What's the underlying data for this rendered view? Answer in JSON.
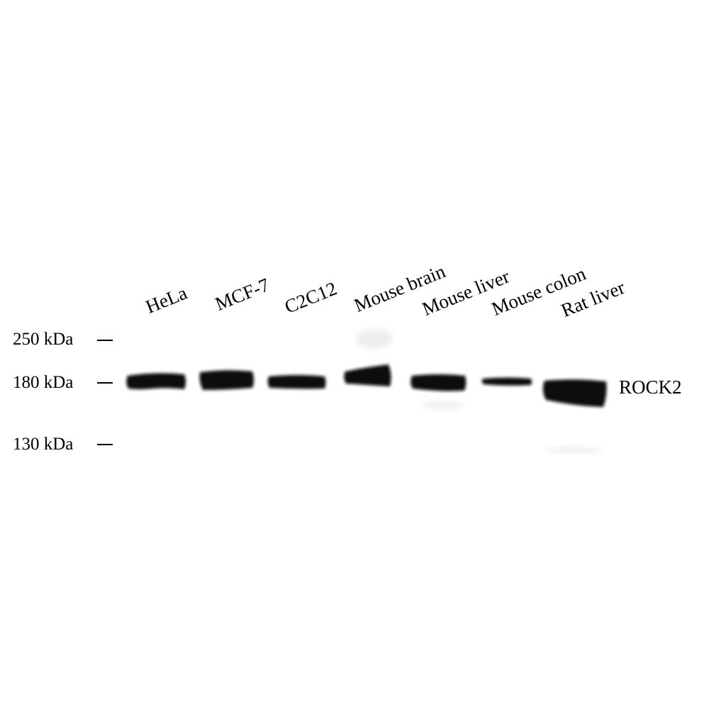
{
  "lanes": [
    {
      "label": "HeLa"
    },
    {
      "label": "MCF-7"
    },
    {
      "label": "C2C12"
    },
    {
      "label": "Mouse brain"
    },
    {
      "label": "Mouse liver"
    },
    {
      "label": "Mouse colon"
    },
    {
      "label": "Rat liver"
    }
  ],
  "markers": [
    {
      "label": "250 kDa"
    },
    {
      "label": "180 kDa"
    },
    {
      "label": "130 kDa"
    }
  ],
  "target": {
    "label": "ROCK2"
  },
  "colors": {
    "band": "#0a0a0a",
    "background": "#ffffff"
  }
}
